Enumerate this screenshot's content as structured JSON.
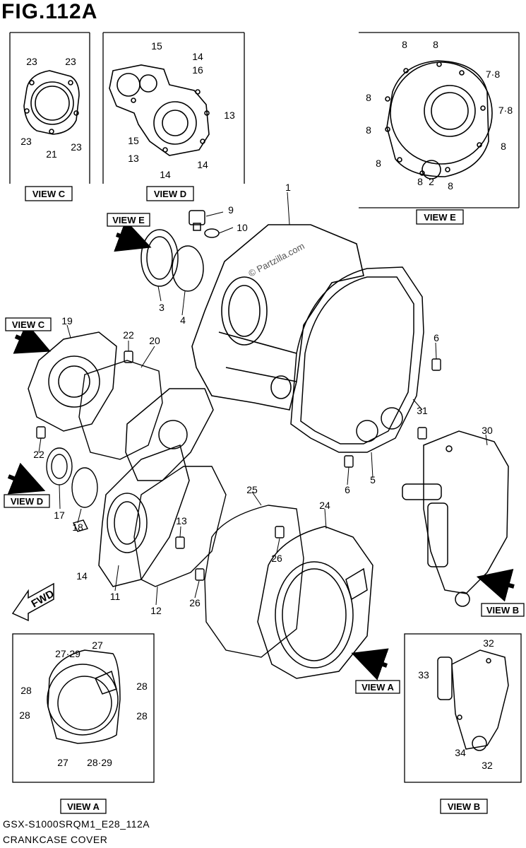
{
  "figure": {
    "title": "FIG.112A",
    "code": "GSX-S1000SRQM1_E28_112A",
    "name": "CRANKCASE COVER"
  },
  "watermark": "© Partzilla.com",
  "view_labels": {
    "c": "VIEW C",
    "d": "VIEW D",
    "e": "VIEW E",
    "a": "VIEW A",
    "b": "VIEW B"
  },
  "fwd_label": "FWD",
  "callouts": {
    "view_c": [
      "23",
      "23",
      "23",
      "21",
      "23"
    ],
    "view_d": [
      "15",
      "14",
      "16",
      "15",
      "13",
      "13",
      "14",
      "14"
    ],
    "view_e": [
      "8",
      "8",
      "7·8",
      "8",
      "7·8",
      "8",
      "8",
      "8",
      "8",
      "2",
      "8"
    ],
    "main": [
      "1",
      "9",
      "10",
      "3",
      "4",
      "19",
      "22",
      "20",
      "6",
      "31",
      "30",
      "22",
      "17",
      "18",
      "6",
      "5",
      "25",
      "24",
      "13",
      "14",
      "11",
      "12",
      "26",
      "26"
    ],
    "view_a": [
      "27·29",
      "27",
      "28",
      "28",
      "28",
      "28",
      "27",
      "28·29"
    ],
    "view_b": [
      "32",
      "33",
      "34",
      "32"
    ]
  }
}
